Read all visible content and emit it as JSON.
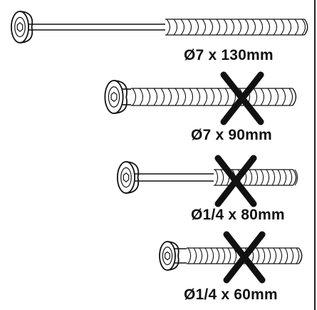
{
  "title": "",
  "colors": {
    "ink": "#111111",
    "cross": "#111111",
    "background": "#ffffff"
  },
  "screws": [
    {
      "label": "Ø7 x 130mm",
      "crossed": false
    },
    {
      "label": "Ø7 x 90mm",
      "crossed": true
    },
    {
      "label": "Ø1/4 x 80mm",
      "crossed": true
    },
    {
      "label": "Ø1/4 x 60mm",
      "crossed": true
    }
  ]
}
